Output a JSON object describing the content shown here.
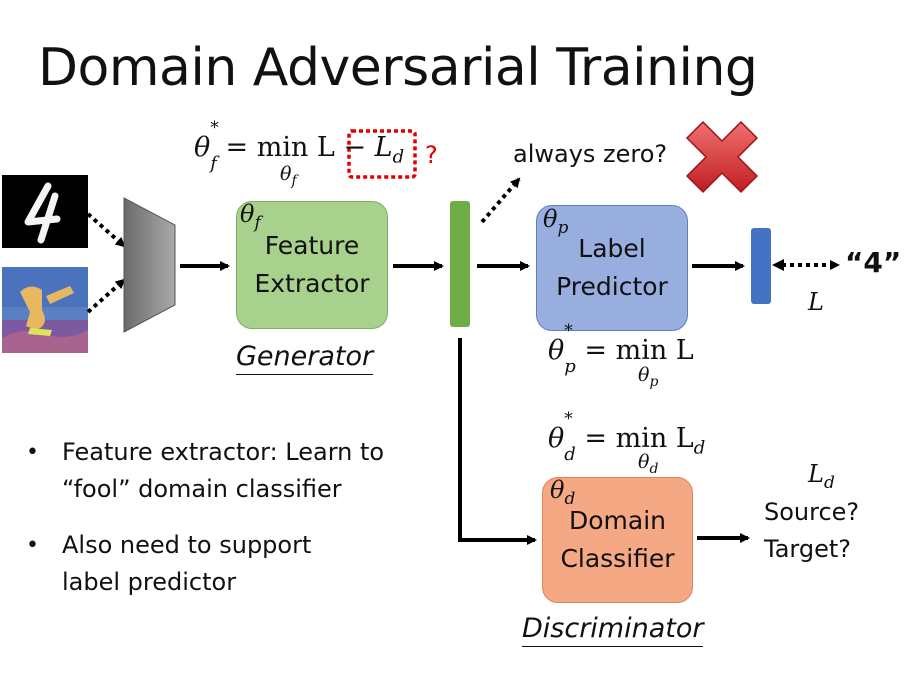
{
  "title": "Domain Adversarial Training",
  "equations": {
    "theta_f": "θ*f = min L − Ld",
    "theta_f_main": "θ",
    "theta_f_sub_sup": "f",
    "theta_f_rhs": " = min L − ",
    "theta_f_ld": "L",
    "theta_f_ld_sub": "d",
    "theta_f_min_sub": "θ",
    "theta_f_min_sub_sub": "f",
    "question": "?",
    "theta_p_main": "θ",
    "theta_p_sub": "p",
    "theta_p_rhs": " = min L",
    "theta_p_min_sub": "θ",
    "theta_p_min_sub_sub": "p",
    "theta_d_main": "θ",
    "theta_d_sub": "d",
    "theta_d_rhs": " = min L",
    "theta_d_rhs_sub": "d",
    "theta_d_min_sub": "θ",
    "theta_d_min_sub_sub": "d"
  },
  "blocks": {
    "feature_extractor": {
      "param": "θ",
      "param_sub": "f",
      "line1": "Feature",
      "line2": "Extractor"
    },
    "label_predictor": {
      "param": "θ",
      "param_sub": "p",
      "line1": "Label",
      "line2": "Predictor"
    },
    "domain_classifier": {
      "param": "θ",
      "param_sub": "d",
      "line1": "Domain",
      "line2": "Classifier"
    }
  },
  "labels": {
    "generator": "Generator",
    "discriminator": "Discriminator",
    "always_zero": "always zero?",
    "output_digit": "“4”",
    "loss_L": "L",
    "loss_Ld": "L",
    "loss_Ld_sub": "d",
    "source": "Source?",
    "target": "Target?"
  },
  "bullets": [
    "Feature extractor: Learn to “fool” domain classifier",
    "Also need to support label predictor"
  ],
  "colors": {
    "feature_extractor": "#a9d18e",
    "label_predictor": "#97aedf",
    "domain_classifier": "#f4a883",
    "feature_bar": "#70ad47",
    "output_bar": "#4472c4",
    "highlight": "#e00000",
    "cross": "#d9383a"
  }
}
